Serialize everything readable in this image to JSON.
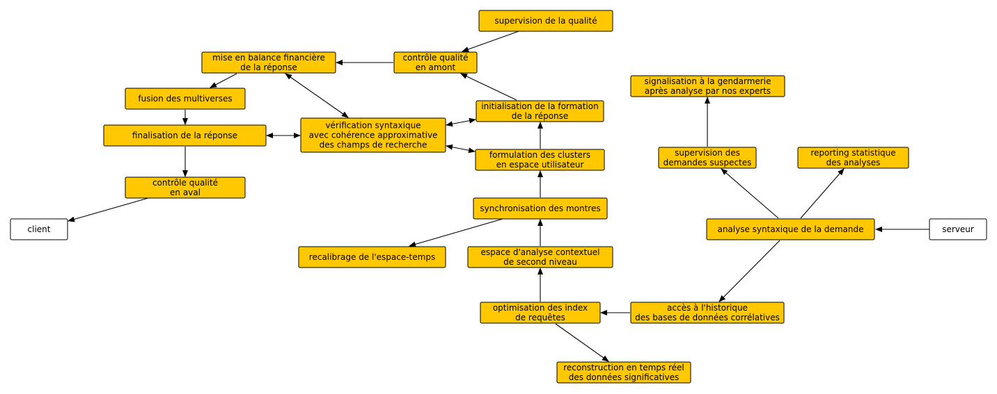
{
  "colors": {
    "node_fill": "#ffc800",
    "terminal_fill": "#ffffff",
    "stroke": "#000000"
  },
  "nodes": [
    {
      "id": "supervision-qualite",
      "lines": [
        "supervision de la qualité"
      ]
    },
    {
      "id": "mise-en-balance",
      "lines": [
        "mise en balance financière",
        "de la réponse"
      ]
    },
    {
      "id": "controle-amont",
      "lines": [
        "contrôle qualité",
        "en amont"
      ]
    },
    {
      "id": "fusion-multiverses",
      "lines": [
        "fusion des multiverses"
      ]
    },
    {
      "id": "initialisation-formation",
      "lines": [
        "initialisation de la formation",
        "de la réponse"
      ]
    },
    {
      "id": "signalisation-gendarmerie",
      "lines": [
        "signalisation à la gendarmerie",
        "après analyse par nos experts"
      ]
    },
    {
      "id": "finalisation-reponse",
      "lines": [
        "finalisation de la réponse"
      ]
    },
    {
      "id": "verification-syntaxique",
      "lines": [
        "vérification syntaxique",
        "avec cohérence approximative",
        "des champs de recherche"
      ]
    },
    {
      "id": "formulation-clusters",
      "lines": [
        "formulation des clusters",
        "en espace utilisateur"
      ]
    },
    {
      "id": "supervision-demandes",
      "lines": [
        "supervision des",
        "demandes suspectes"
      ]
    },
    {
      "id": "reporting-statistique",
      "lines": [
        "reporting statistique",
        "des analyses"
      ]
    },
    {
      "id": "controle-aval",
      "lines": [
        "contrôle qualité",
        "en aval"
      ]
    },
    {
      "id": "synchronisation-montres",
      "lines": [
        "synchronisation des montres"
      ]
    },
    {
      "id": "client",
      "lines": [
        "client"
      ],
      "terminal": true
    },
    {
      "id": "analyse-syntaxique-demande",
      "lines": [
        "analyse syntaxique de la demande"
      ]
    },
    {
      "id": "serveur",
      "lines": [
        "serveur"
      ],
      "terminal": true
    },
    {
      "id": "recalibrage-espace-temps",
      "lines": [
        "recalibrage de l'espace-temps"
      ]
    },
    {
      "id": "espace-analyse-contextuel",
      "lines": [
        "espace d'analyse contextuel",
        "de second niveau"
      ]
    },
    {
      "id": "optimisation-index",
      "lines": [
        "optimisation des index",
        "de requêtes"
      ]
    },
    {
      "id": "acces-historique",
      "lines": [
        "accès à l'historique",
        "des bases de données corrélatives"
      ]
    },
    {
      "id": "reconstruction-temps-reel",
      "lines": [
        "reconstruction en temps réel",
        "des données significatives"
      ]
    }
  ],
  "edges": [
    {
      "from": "serveur",
      "to": "analyse-syntaxique-demande"
    },
    {
      "from": "analyse-syntaxique-demande",
      "to": "supervision-demandes"
    },
    {
      "from": "analyse-syntaxique-demande",
      "to": "reporting-statistique"
    },
    {
      "from": "analyse-syntaxique-demande",
      "to": "acces-historique"
    },
    {
      "from": "supervision-demandes",
      "to": "signalisation-gendarmerie"
    },
    {
      "from": "acces-historique",
      "to": "optimisation-index"
    },
    {
      "from": "optimisation-index",
      "to": "espace-analyse-contextuel"
    },
    {
      "from": "optimisation-index",
      "to": "reconstruction-temps-reel"
    },
    {
      "from": "espace-analyse-contextuel",
      "to": "synchronisation-montres"
    },
    {
      "from": "synchronisation-montres",
      "to": "formulation-clusters"
    },
    {
      "from": "synchronisation-montres",
      "to": "recalibrage-espace-temps"
    },
    {
      "from": "formulation-clusters",
      "to": "initialisation-formation"
    },
    {
      "from": "formulation-clusters",
      "to": "verification-syntaxique",
      "bidirectional": true
    },
    {
      "from": "initialisation-formation",
      "to": "verification-syntaxique",
      "bidirectional": true
    },
    {
      "from": "initialisation-formation",
      "to": "controle-amont"
    },
    {
      "from": "supervision-qualite",
      "to": "controle-amont"
    },
    {
      "from": "controle-amont",
      "to": "mise-en-balance"
    },
    {
      "from": "mise-en-balance",
      "to": "verification-syntaxique",
      "bidirectional": true
    },
    {
      "from": "mise-en-balance",
      "to": "fusion-multiverses"
    },
    {
      "from": "fusion-multiverses",
      "to": "finalisation-reponse"
    },
    {
      "from": "finalisation-reponse",
      "to": "verification-syntaxique",
      "bidirectional": true
    },
    {
      "from": "finalisation-reponse",
      "to": "controle-aval"
    },
    {
      "from": "controle-aval",
      "to": "client"
    }
  ]
}
